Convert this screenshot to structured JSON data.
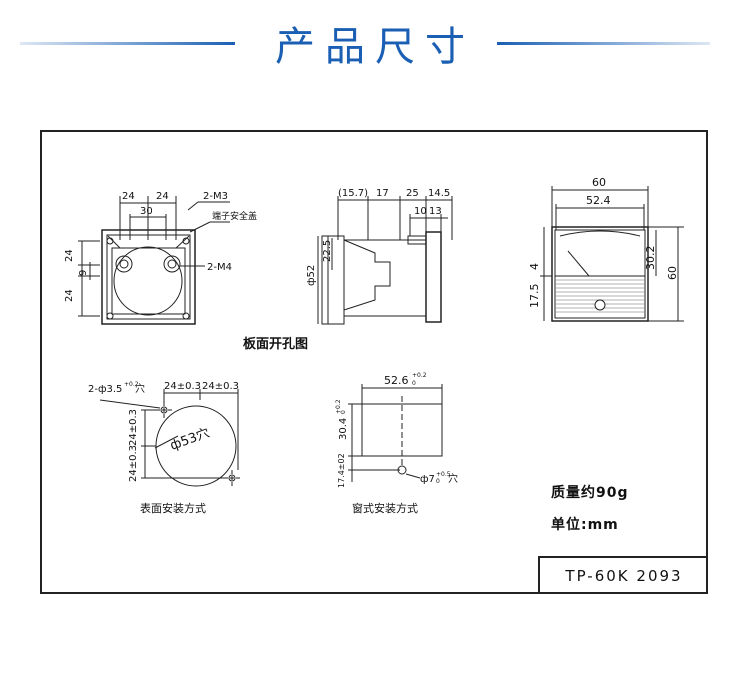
{
  "header": {
    "title": "产品尺寸"
  },
  "drawing": {
    "front": {
      "dim_top_left": "24",
      "dim_top_right": "24",
      "dim_inner": "30",
      "label_m3": "2-M3",
      "label_cover": "端子安全盖",
      "label_m4": "2-M4",
      "dim_left_top": "24",
      "dim_left_mid": "9",
      "dim_left_bottom": "24"
    },
    "side": {
      "dim_a": "(15.7)",
      "dim_b": "17",
      "dim_c": "25",
      "dim_d": "14.5",
      "dim_e": "10",
      "dim_f": "13",
      "dim_dia": "ф52",
      "dim_225": "22.5"
    },
    "face": {
      "dim_60_top": "60",
      "dim_524": "52.4",
      "dim_4": "4",
      "dim_175": "17.5",
      "dim_302": "30.2",
      "dim_60_right": "60"
    },
    "panel_title": "板面开孔图",
    "surface": {
      "hole_label": "2-ф3.5",
      "hole_tol": "+0.2",
      "hole_unit": "穴",
      "dim_x1": "24±0.3",
      "dim_x2": "24±0.3",
      "dim_y1": "24±0.3",
      "dim_y2": "24±0.3",
      "center": "ф53穴",
      "caption": "表面安装方式"
    },
    "window": {
      "dim_width": "52.6",
      "dim_width_tol": "+0.2",
      "dim_width_tol2": "0",
      "dim_h": "30.4",
      "dim_h_tol": "+0.2",
      "dim_h_tol2": "0",
      "dim_low": "17.4±02",
      "hole": "ф7",
      "hole_tol": "+0.5",
      "hole_tol2": "0",
      "hole_unit": "穴",
      "caption": "窗式安装方式"
    }
  },
  "info": {
    "weight": "质量约90g",
    "unit": "单位:mm"
  },
  "model": "TP-60K 2093",
  "colors": {
    "accent": "#1a5fb4",
    "line": "#222222"
  }
}
